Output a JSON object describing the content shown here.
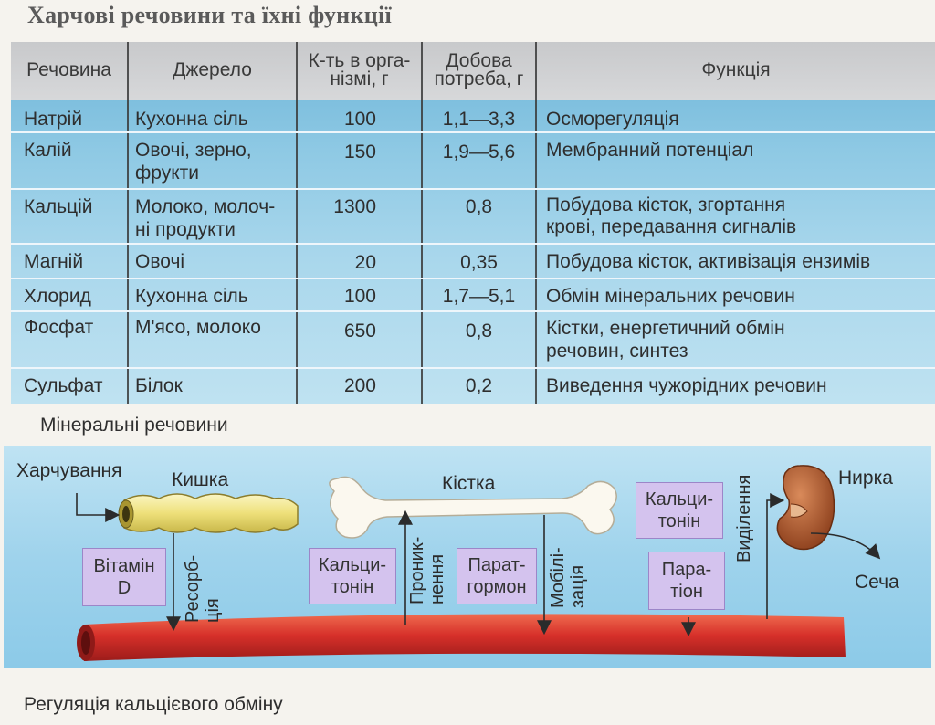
{
  "title": "Харчові речовини та їхні функції",
  "table": {
    "headers": {
      "substance": "Речовина",
      "source": "Джерело",
      "amount_l1": "К-ть в орга-",
      "amount_l2": "нізмі, г",
      "daily_l1": "Добова",
      "daily_l2": "потреба, г",
      "function": "Функція"
    },
    "rows": [
      {
        "substance": "Натрій",
        "source": [
          "Кухонна сіль"
        ],
        "amount": "100",
        "daily": "1,1—3,3",
        "function": [
          "Осморегуляція"
        ]
      },
      {
        "substance": "Калій",
        "source": [
          "Овочі, зерно,",
          "фрукти"
        ],
        "amount": "150",
        "daily": "1,9—5,6",
        "function": [
          "Мембранний потенціал"
        ]
      },
      {
        "substance": "Кальцій",
        "source": [
          "Молоко, молоч-",
          "ні продукти"
        ],
        "amount": "1300",
        "daily": "0,8",
        "function": [
          "Побудова кісток, згортання",
          "крові, передавання сигналів"
        ]
      },
      {
        "substance": "Магній",
        "source": [
          "Овочі"
        ],
        "amount": "20",
        "daily": "0,35",
        "function": [
          "Побудова кісток, активізація ензимів"
        ]
      },
      {
        "substance": "Хлорид",
        "source": [
          "Кухонна сіль"
        ],
        "amount": "100",
        "daily": "1,7—5,1",
        "function": [
          "Обмін мінеральних речовин"
        ]
      },
      {
        "substance": "Фосфат",
        "source": [
          "М'ясо, молоко"
        ],
        "amount": "650",
        "daily": "0,8",
        "function": [
          "Кістки, енергетичний обмін",
          "речовин, синтез"
        ]
      },
      {
        "substance": "Сульфат",
        "source": [
          "Білок"
        ],
        "amount": "200",
        "daily": "0,2",
        "function": [
          "Виведення чужорідних речовин"
        ]
      }
    ],
    "caption": "Мінеральні речовини"
  },
  "diagram": {
    "nutrition": "Харчування",
    "intestine": "Кишка",
    "bone": "Кістка",
    "kidney": "Нирка",
    "urine": "Сеча",
    "resorption_l1": "Ресорб-",
    "resorption_l2": "ція",
    "penetration_l1": "Проник-",
    "penetration_l2": "нення",
    "mobilization_l1": "Мобілі-",
    "mobilization_l2": "зація",
    "excretion": "Виділення",
    "vitamin_d_l1": "Вітамін",
    "vitamin_d_l2": "D",
    "calcitonin_mid_l1": "Кальци-",
    "calcitonin_mid_l2": "тонін",
    "parathormone_mid_l1": "Парат-",
    "parathormone_mid_l2": "гормон",
    "calcitonin_right_l1": "Кальци-",
    "calcitonin_right_l2": "тонін",
    "parathormone_right_l1": "Пара-",
    "parathormone_right_l2": "тіон",
    "caption": "Регуляція кальцієвого обміну"
  },
  "colors": {
    "table_bg": "#8ec9e4",
    "header_bg": "#d0d1d3",
    "box_bg": "#d4c3ee",
    "vessel": "#d7302a",
    "kidney": "#a0522d",
    "intestine": "#f0e88a"
  }
}
